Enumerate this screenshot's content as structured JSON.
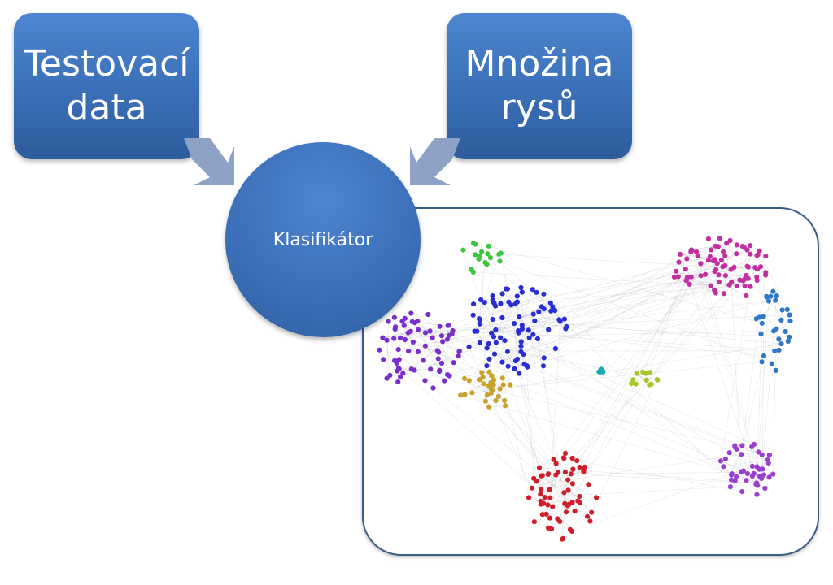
{
  "nodes": {
    "test_data": {
      "line1": "Testovací",
      "line2": "data"
    },
    "feature_set": {
      "line1": "Množina",
      "line2": "rysů"
    },
    "classifier": {
      "label": "Klasifikátor"
    }
  },
  "colors": {
    "box_fill": "#3a6fb7",
    "arrow_fill": "#8da2c4",
    "panel_border": "#3a5d86"
  },
  "network_graph": {
    "clusters": [
      {
        "name": "purple",
        "color": "#7b2fc9"
      },
      {
        "name": "blue",
        "color": "#2a2ed0"
      },
      {
        "name": "green",
        "color": "#3cc63c"
      },
      {
        "name": "gold",
        "color": "#c9a22c"
      },
      {
        "name": "red",
        "color": "#cf1f2a"
      },
      {
        "name": "magenta",
        "color": "#c12fa0"
      },
      {
        "name": "steel-blue",
        "color": "#2f78c8"
      },
      {
        "name": "violet",
        "color": "#9a3fd0"
      },
      {
        "name": "lime",
        "color": "#a6c72a"
      },
      {
        "name": "teal",
        "color": "#1aa8b0"
      }
    ]
  }
}
